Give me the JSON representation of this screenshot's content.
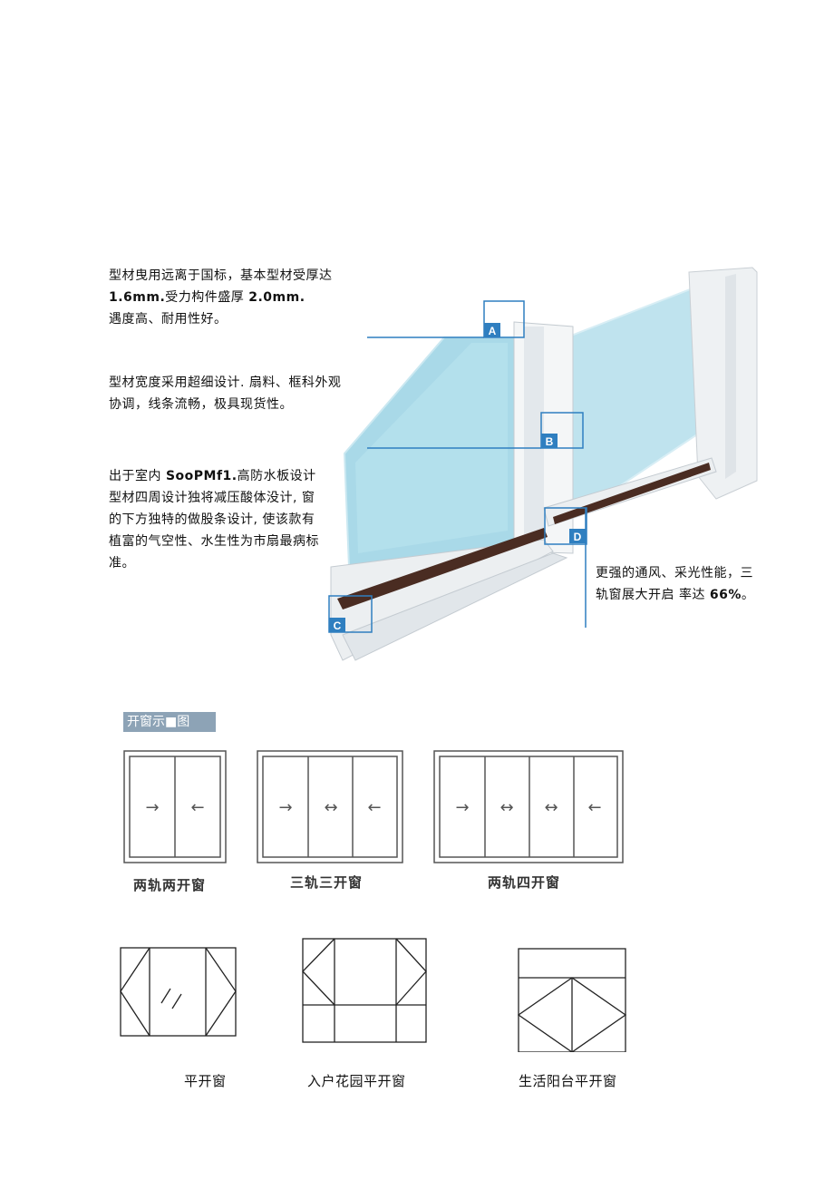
{
  "diagram_notes": {
    "note_a": {
      "line1": "型材曳用远离于国标，基本型材受厚达",
      "line2_bold": "1.6mm.",
      "line2_text": "受力构件盛厚 ",
      "line2_bold2": "2.0mm.",
      "line3": "遇度高、耐用性好。"
    },
    "note_b": {
      "line1": "型材宽度采用超细设计. 扇料、框科外观",
      "line2": "协调，线条流畅，极具现货性。"
    },
    "note_c": {
      "line1_pre": "出于室内 ",
      "line1_bold": "SooPMf1.",
      "line1_post": "高防水板设计",
      "line2": "型材四周设计独将减压酸体没计, 窗",
      "line3": "的下方独特的做股条设计, 使该款有",
      "line4": "植富的气空性、水生性为市扇最病标",
      "line5": "准。"
    },
    "note_d": {
      "line1": "更强的通风、采光性能，三",
      "line2_text": "轨窗展大开启  率达 ",
      "line2_bold": "66%",
      "line2_end": "。"
    },
    "markers": [
      "A",
      "B",
      "C",
      "D"
    ]
  },
  "legend_title": "开窗示■图",
  "sliding_windows": [
    {
      "caption": "两轨两开窗",
      "arrows": [
        "→",
        "←"
      ]
    },
    {
      "caption": "三轨三开窗",
      "arrows": [
        "→",
        "↔",
        "←"
      ]
    },
    {
      "caption": "两轨四开窗",
      "arrows": [
        "→",
        "↔",
        "↔",
        "←"
      ]
    }
  ],
  "casement_windows": [
    {
      "caption": "平开窗"
    },
    {
      "caption": "入户花园平开窗"
    },
    {
      "caption": "生活阳台平开窗"
    }
  ],
  "colors": {
    "callout_blue": "#2f7fc0",
    "glass": "#a9d9e8",
    "legend_tab": "#8da3b6"
  }
}
